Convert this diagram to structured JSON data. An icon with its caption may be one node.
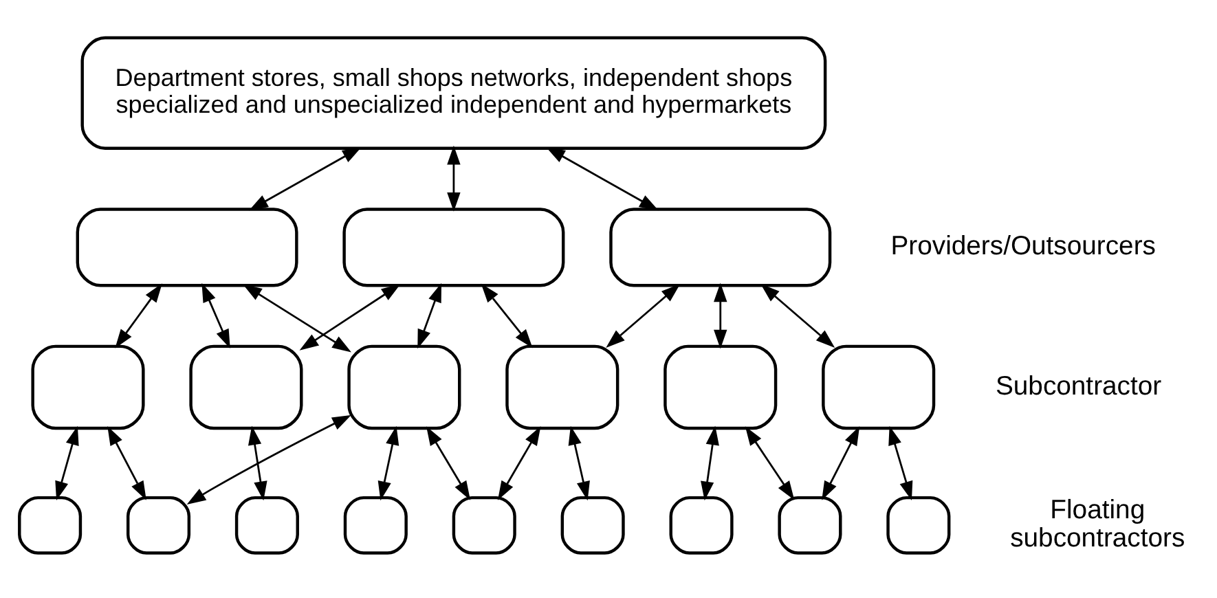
{
  "diagram": {
    "nodes": [
      {
        "text": [
          "Department stores, small shops networks, independent shops specialized and unspecialized independent and hypermarkets"
        ]
      },
      {
        "text": [],
        "shape": "box"
      },
      {
        "text": [],
        "shape": "box"
      },
      {
        "text": [],
        "shape": "box"
      },
      {
        "text": [],
        "shape": "box"
      },
      {
        "text": [],
        "shape": "box"
      },
      {
        "text": [],
        "shape": "box"
      },
      {
        "text": [],
        "shape": "box"
      },
      {
        "text": [],
        "shape": "box"
      },
      {
        "text": [],
        "shape": "box"
      },
      {
        "text": [],
        "shape": "box"
      },
      {
        "text": [],
        "shape": "box"
      },
      {
        "text": [],
        "shape": "box"
      },
      {
        "text": [],
        "shape": "box"
      },
      {
        "text": [],
        "shape": "box"
      },
      {
        "text": [],
        "shape": "box"
      },
      {
        "text": [],
        "shape": "box"
      },
      {
        "text": [],
        "shape": "box"
      },
      {
        "text": [],
        "shape": "box"
      }
    ],
    "edges": [
      {
        "from": 0,
        "to": 1,
        "arrow": "both"
      },
      {
        "from": 0,
        "to": 2,
        "arrow": "both"
      },
      {
        "from": 0,
        "to": 3,
        "arrow": "both"
      },
      {
        "from": 1,
        "to": 4,
        "arrow": "both"
      },
      {
        "from": 1,
        "to": 5,
        "arrow": "both"
      },
      {
        "from": 1,
        "to": 6,
        "arrow": "both"
      },
      {
        "from": 2,
        "to": 5,
        "arrow": "both"
      },
      {
        "from": 2,
        "to": 6,
        "arrow": "both"
      },
      {
        "from": 2,
        "to": 7,
        "arrow": "both"
      },
      {
        "from": 3,
        "to": 7,
        "arrow": "both"
      },
      {
        "from": 3,
        "to": 8,
        "arrow": "both"
      },
      {
        "from": 3,
        "to": 9,
        "arrow": "both"
      },
      {
        "from": 4,
        "to": 10,
        "arrow": "both"
      },
      {
        "from": 4,
        "to": 11,
        "arrow": "both"
      },
      {
        "from": 6,
        "to": 11,
        "arrow": "both"
      },
      {
        "from": 5,
        "to": 12,
        "arrow": "both"
      },
      {
        "from": 6,
        "to": 13,
        "arrow": "both"
      },
      {
        "from": 6,
        "to": 14,
        "arrow": "both"
      },
      {
        "from": 7,
        "to": 14,
        "arrow": "both"
      },
      {
        "from": 7,
        "to": 15,
        "arrow": "both"
      },
      {
        "from": 8,
        "to": 16,
        "arrow": "both"
      },
      {
        "from": 8,
        "to": 17,
        "arrow": "both"
      },
      {
        "from": 9,
        "to": 17,
        "arrow": "both"
      },
      {
        "from": 9,
        "to": 18,
        "arrow": "both"
      }
    ],
    "labels": [
      "Providers/Outsourcers",
      "Subcontractor",
      "Floating subcontractors"
    ]
  }
}
